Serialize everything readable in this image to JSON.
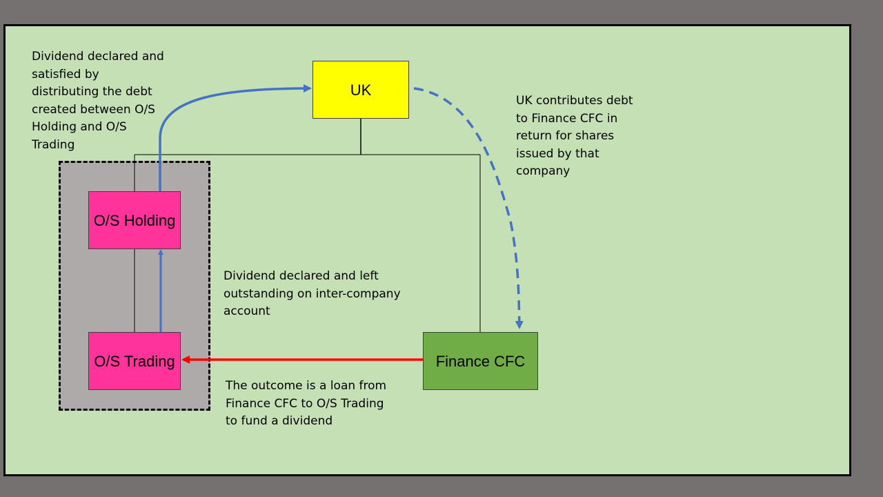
{
  "nodes": {
    "uk": "UK",
    "holding": "O/S Holding",
    "trading": "O/S Trading",
    "finance_cfc": "Finance CFC"
  },
  "notes": {
    "dividend_distributed": "Dividend declared and satisfied by distributing the debt created between O/S Holding and O/S Trading",
    "uk_contributes": "UK contributes debt to Finance CFC in return for shares issued by that company",
    "dividend_outstanding": "Dividend declared and left outstanding on inter-company account",
    "outcome": "The outcome is a loan from Finance CFC to O/S Trading to fund a dividend"
  },
  "colors": {
    "slide_background": "#c5e0b4",
    "frame_background": "#767171",
    "group_background": "#aeaaaa",
    "uk_fill": "#ffff00",
    "os_company_fill": "#ff3399",
    "finance_cfc_fill": "#70ad47",
    "dividend_arrow": "#4472c4",
    "loan_arrow": "#ff0000"
  }
}
